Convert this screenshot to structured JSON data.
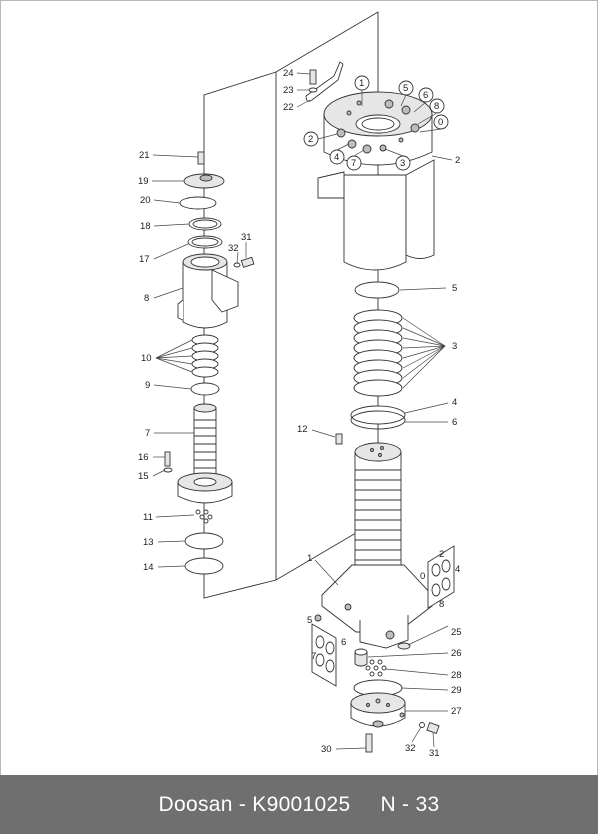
{
  "diagram": {
    "callouts": {
      "left": [
        "21",
        "19",
        "20",
        "18",
        "17",
        "8",
        "10",
        "9",
        "7",
        "16",
        "15",
        "11",
        "13",
        "14",
        "31",
        "32"
      ],
      "upper_right": [
        "24",
        "23",
        "22",
        "1",
        "5",
        "6",
        "8",
        "0",
        "2",
        "4",
        "7",
        "3",
        "2"
      ],
      "mid_right": [
        "5",
        "3",
        "4",
        "6",
        "12",
        "1"
      ],
      "lower_right": [
        "2",
        "4",
        "8",
        "0",
        "5",
        "6",
        "7",
        "25",
        "26",
        "28",
        "29",
        "27",
        "30",
        "32",
        "31"
      ]
    }
  },
  "footer": {
    "brand": "Doosan",
    "separator": " - ",
    "part_number": "K9001025",
    "page": "N - 33"
  }
}
